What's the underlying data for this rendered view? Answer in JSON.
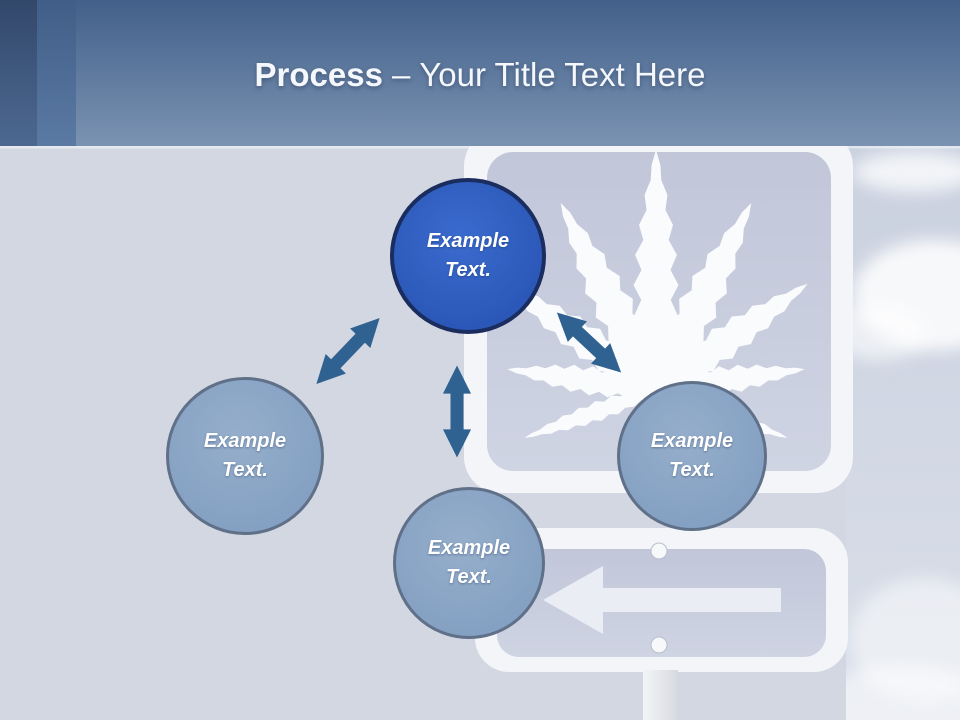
{
  "slide": {
    "header": {
      "title_bold": "Process",
      "title_separator": "–",
      "title_rest": "Your Title Text Here"
    },
    "diagram": {
      "nodes": [
        {
          "id": "top",
          "line1": "Example",
          "line2": "Text.",
          "style": "primary"
        },
        {
          "id": "left",
          "line1": "Example",
          "line2": "Text.",
          "style": "muted"
        },
        {
          "id": "right",
          "line1": "Example",
          "line2": "Text.",
          "style": "muted"
        },
        {
          "id": "bottom",
          "line1": "Example",
          "line2": "Text.",
          "style": "muted"
        }
      ],
      "connectors": [
        {
          "between": "top-and-left",
          "type": "double-headed-arrow"
        },
        {
          "between": "top-and-bottom",
          "type": "double-headed-arrow"
        },
        {
          "between": "top-and-right",
          "type": "double-headed-arrow"
        }
      ]
    },
    "colors": {
      "header_top": "#42608a",
      "header_bottom": "#7b93b2",
      "content_background": "#d2d7e1",
      "primary_node_fill": "#2e5ec2",
      "primary_node_border": "#1b2d5e",
      "muted_node_fill": "#8ca6c6",
      "muted_node_border": "#5f7088",
      "connector": "#2f6191",
      "node_text": "#ffffff",
      "title_text": "#f4f7fb"
    },
    "background_photo": {
      "elements": [
        "cannabis-leaf-sign",
        "left-arrow-sign",
        "sign-pole",
        "sky",
        "clouds"
      ]
    }
  }
}
